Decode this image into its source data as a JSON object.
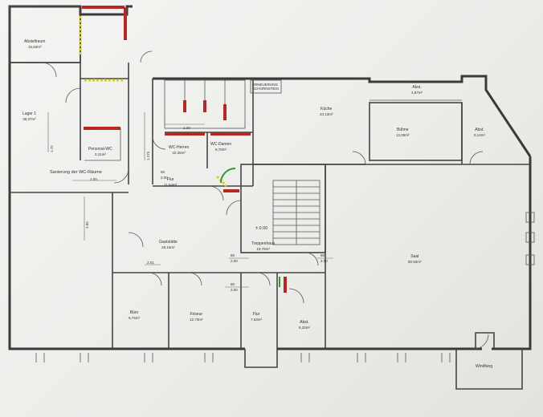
{
  "rooms": {
    "abstellraum": {
      "name": "Abstellraum",
      "area": "15,83m²"
    },
    "lager1": {
      "name": "Lager 1",
      "area": "38,37m²"
    },
    "personal_wc": {
      "name": "Personal-WC",
      "area": "3,31m²"
    },
    "wc_herren": {
      "name": "WC-Herren",
      "area": "10,35m²"
    },
    "wc_damen": {
      "name": "WC-Damen",
      "area": "8,78m²"
    },
    "flur_north": {
      "name": "Flur",
      "area": "11,64m²"
    },
    "kueche": {
      "name": "Küche",
      "area": "23,13m²"
    },
    "abst_top": {
      "name": "Abst.",
      "area": "4,87m²"
    },
    "buehne": {
      "name": "Bühne",
      "area": "12,05m²"
    },
    "abst_right": {
      "name": "Abst.",
      "area": "8,14m²"
    },
    "gaststaette": {
      "name": "Gaststätte",
      "area": "28,16m²"
    },
    "treppenhaus": {
      "name": "Treppenhaus",
      "area": "19,79m²"
    },
    "saal": {
      "name": "Saal",
      "area": "80,92m²"
    },
    "buero": {
      "name": "Büro",
      "area": "9,75m²"
    },
    "friseur": {
      "name": "Friseur",
      "area": "12,73m²"
    },
    "flur_south": {
      "name": "Flur",
      "area": "7,63m²"
    },
    "abst_south": {
      "name": "Abst.",
      "area": "6,32m²"
    },
    "windfang": {
      "name": "Windfang",
      "area": ""
    }
  },
  "notes": {
    "sanierung": "Sanierung der WC-Räume",
    "abluft": "ERNEUERUNG SCHORNSTEIN",
    "level": "± 0.00"
  },
  "dimensions": {
    "d_100": "1.00",
    "d_1375": "1.375",
    "d_90a": "90",
    "d_200a": "2.00",
    "d_175": "1.75",
    "d_385": "3.85",
    "d_201": "2.01",
    "d_90b": "90",
    "d_200b": "2.00",
    "d_80": "80",
    "d_200c": "2.00",
    "d_90c": "90",
    "d_200d": "2.00",
    "d_120": "1.20"
  }
}
